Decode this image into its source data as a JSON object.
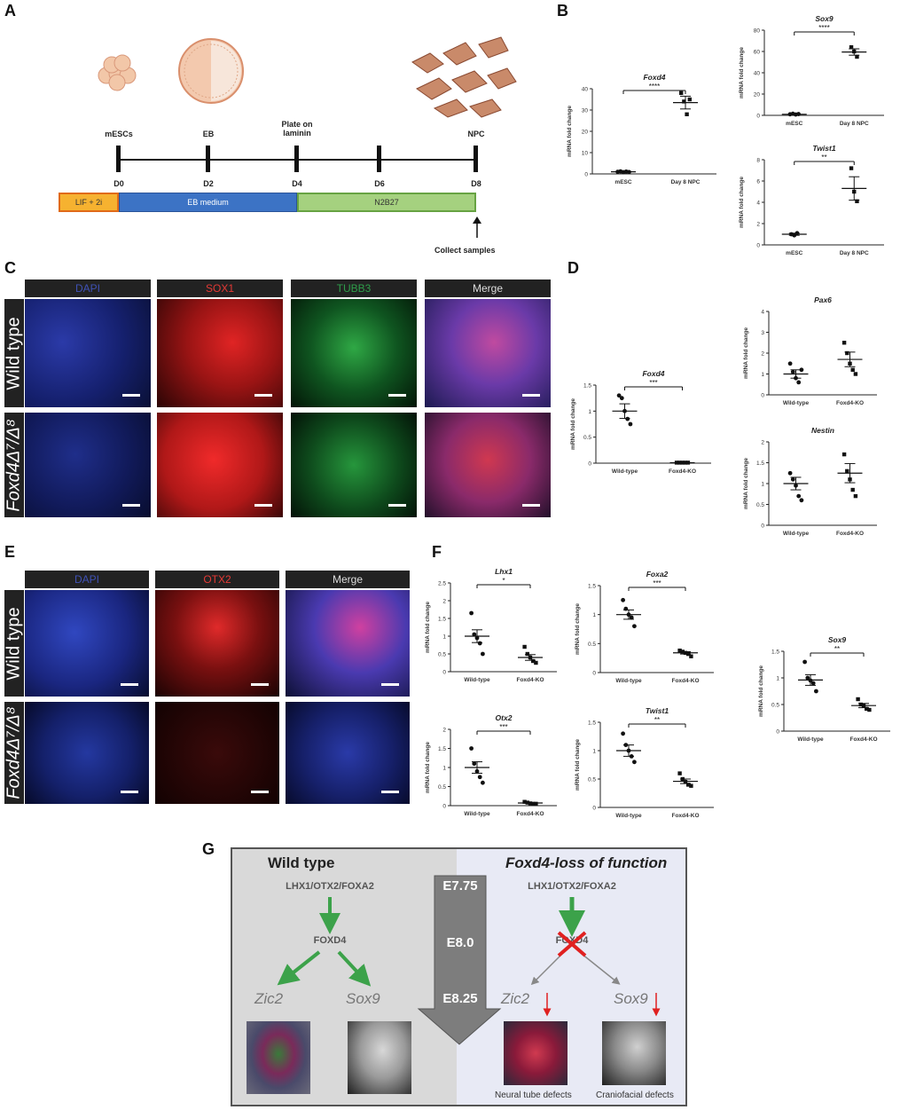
{
  "panel_letters": {
    "a": "A",
    "b": "B",
    "c": "C",
    "d": "D",
    "e": "E",
    "f": "F",
    "g": "G"
  },
  "panelA": {
    "stages": [
      "mESCs",
      "EB",
      "Plate on laminin",
      "NPC"
    ],
    "days": [
      "D0",
      "D2",
      "D4",
      "D6",
      "D8"
    ],
    "media": [
      "LIF + 2i",
      "EB medium",
      "N2B27"
    ],
    "collect": "Collect samples",
    "colors": {
      "lif": "#f6b230",
      "eb": "#3c73c5",
      "n2b27": "#a5d17f"
    }
  },
  "panelC": {
    "headers": [
      "DAPI",
      "SOX1",
      "TUBB3",
      "Merge"
    ],
    "rows": [
      "Wild type",
      "Foxd4Δ⁷/Δ⁸"
    ]
  },
  "panelE": {
    "headers": [
      "DAPI",
      "OTX2",
      "Merge"
    ],
    "rows": [
      "Wild type",
      "Foxd4Δ⁷/Δ⁸"
    ]
  },
  "ylabel": "mRNA fold change",
  "chart_data": [
    {
      "id": "B-Foxd4",
      "type": "scatter",
      "title": "Foxd4",
      "categories": [
        "mESC",
        "Day 8 NPC"
      ],
      "ylim": [
        0,
        40
      ],
      "yticks": [
        0,
        10,
        20,
        30,
        40
      ],
      "series": [
        {
          "values": [
            [
              1,
              1.2,
              0.8,
              1.1,
              0.9
            ],
            [
              38,
              34,
              28,
              35
            ]
          ]
        }
      ],
      "means": [
        1,
        33.5
      ],
      "sem": [
        0.3,
        3
      ],
      "significance": "****"
    },
    {
      "id": "B-Sox9",
      "type": "scatter",
      "title": "Sox9",
      "categories": [
        "mESC",
        "Day 8 NPC"
      ],
      "ylim": [
        0,
        80
      ],
      "yticks": [
        0,
        20,
        40,
        60,
        80
      ],
      "series": [
        {
          "values": [
            [
              1,
              1.5,
              0.8,
              1.2
            ],
            [
              64,
              60,
              55
            ]
          ]
        }
      ],
      "means": [
        1,
        59.5
      ],
      "sem": [
        0.3,
        3
      ],
      "significance": "****"
    },
    {
      "id": "B-Twist1",
      "type": "scatter",
      "title": "Twist1",
      "categories": [
        "mESC",
        "Day 8 NPC"
      ],
      "ylim": [
        0,
        8
      ],
      "yticks": [
        0,
        2,
        4,
        6,
        8
      ],
      "series": [
        {
          "values": [
            [
              1,
              0.9,
              1.1
            ],
            [
              7.2,
              5,
              4.1
            ]
          ]
        }
      ],
      "means": [
        1,
        5.3
      ],
      "sem": [
        0.1,
        1.1
      ],
      "significance": "**"
    },
    {
      "id": "D-Foxd4",
      "type": "scatter",
      "title": "Foxd4",
      "categories": [
        "Wild-type",
        "Foxd4-KO"
      ],
      "ylim": [
        0,
        1.5
      ],
      "yticks": [
        0,
        0.5,
        1.0,
        1.5
      ],
      "series": [
        {
          "values": [
            [
              1.3,
              1.25,
              1.0,
              0.85,
              0.75
            ],
            [
              0.01,
              0.01,
              0.01,
              0.01,
              0.01
            ]
          ]
        }
      ],
      "means": [
        1.0,
        0.01
      ],
      "sem": [
        0.14,
        0.005
      ],
      "significance": "***"
    },
    {
      "id": "D-Pax6",
      "type": "scatter",
      "title": "Pax6",
      "categories": [
        "Wild-type",
        "Foxd4-KO"
      ],
      "ylim": [
        0,
        4
      ],
      "yticks": [
        0,
        1,
        2,
        3,
        4
      ],
      "series": [
        {
          "values": [
            [
              1.5,
              1.1,
              0.8,
              0.6,
              1.2
            ],
            [
              2.5,
              2.0,
              1.5,
              1.2,
              1.0
            ]
          ]
        }
      ],
      "means": [
        1.0,
        1.7
      ],
      "sem": [
        0.2,
        0.35
      ],
      "significance": ""
    },
    {
      "id": "D-Nestin",
      "type": "scatter",
      "title": "Nestin",
      "categories": [
        "Wild-type",
        "Foxd4-KO"
      ],
      "ylim": [
        0,
        2.0
      ],
      "yticks": [
        0,
        0.5,
        1.0,
        1.5,
        2.0
      ],
      "series": [
        {
          "values": [
            [
              1.25,
              1.1,
              0.95,
              0.7,
              0.6
            ],
            [
              1.7,
              1.3,
              1.1,
              0.85,
              0.7
            ]
          ]
        }
      ],
      "means": [
        1.0,
        1.25
      ],
      "sem": [
        0.15,
        0.23
      ],
      "significance": ""
    },
    {
      "id": "F-Lhx1",
      "type": "scatter",
      "title": "Lhx1",
      "categories": [
        "Wild-type",
        "Foxd4-KO"
      ],
      "ylim": [
        0,
        2.5
      ],
      "yticks": [
        0,
        0.5,
        1.0,
        1.5,
        2.0,
        2.5
      ],
      "series": [
        {
          "values": [
            [
              1.65,
              1.05,
              0.95,
              0.8,
              0.5
            ],
            [
              0.7,
              0.5,
              0.4,
              0.3,
              0.25
            ]
          ]
        }
      ],
      "means": [
        1.0,
        0.4
      ],
      "sem": [
        0.18,
        0.08
      ],
      "significance": "*"
    },
    {
      "id": "F-Foxa2",
      "type": "scatter",
      "title": "Foxa2",
      "categories": [
        "Wild-type",
        "Foxd4-KO"
      ],
      "ylim": [
        0,
        1.5
      ],
      "yticks": [
        0,
        0.5,
        1.0,
        1.5
      ],
      "series": [
        {
          "values": [
            [
              1.25,
              1.1,
              1.0,
              0.95,
              0.8
            ],
            [
              0.38,
              0.36,
              0.34,
              0.32,
              0.28
            ]
          ]
        }
      ],
      "means": [
        1.0,
        0.34
      ],
      "sem": [
        0.08,
        0.02
      ],
      "significance": "***"
    },
    {
      "id": "F-Sox9",
      "type": "scatter",
      "title": "Sox9",
      "categories": [
        "Wild-type",
        "Foxd4-KO"
      ],
      "ylim": [
        0,
        1.5
      ],
      "yticks": [
        0,
        0.5,
        1.0,
        1.5
      ],
      "series": [
        {
          "values": [
            [
              1.3,
              1.0,
              0.95,
              0.9,
              0.75
            ],
            [
              0.6,
              0.5,
              0.48,
              0.42,
              0.4
            ]
          ]
        }
      ],
      "means": [
        0.96,
        0.48
      ],
      "sem": [
        0.1,
        0.04
      ],
      "significance": "**"
    },
    {
      "id": "F-Otx2",
      "type": "scatter",
      "title": "Otx2",
      "categories": [
        "Wild-type",
        "Foxd4-KO"
      ],
      "ylim": [
        0,
        2.0
      ],
      "yticks": [
        0,
        0.5,
        1.0,
        1.5,
        2.0
      ],
      "series": [
        {
          "values": [
            [
              1.5,
              1.1,
              0.9,
              0.75,
              0.6
            ],
            [
              0.1,
              0.08,
              0.06,
              0.05,
              0.05
            ]
          ]
        }
      ],
      "means": [
        1.0,
        0.07
      ],
      "sem": [
        0.15,
        0.01
      ],
      "significance": "***"
    },
    {
      "id": "F-Twist1",
      "type": "scatter",
      "title": "Twist1",
      "categories": [
        "Wild-type",
        "Foxd4-KO"
      ],
      "ylim": [
        0,
        1.5
      ],
      "yticks": [
        0,
        0.5,
        1.0,
        1.5
      ],
      "series": [
        {
          "values": [
            [
              1.3,
              1.1,
              1.0,
              0.9,
              0.8
            ],
            [
              0.6,
              0.5,
              0.45,
              0.4,
              0.38
            ]
          ]
        }
      ],
      "means": [
        1.0,
        0.46
      ],
      "sem": [
        0.1,
        0.04
      ],
      "significance": "**"
    }
  ],
  "panelG": {
    "left_title": "Wild type",
    "right_title": "Foxd4-loss of function",
    "upstream": "LHX1/OTX2/FOXA2",
    "foxd4": "FOXD4",
    "targets": [
      "Zic2",
      "Sox9"
    ],
    "stages": [
      "E7.75",
      "E8.0",
      "E8.25"
    ],
    "defects": [
      "Neural tube defects",
      "Craniofacial defects"
    ],
    "colors": {
      "arrow_green": "#3ca24a",
      "arrow_red": "#e02020"
    }
  }
}
